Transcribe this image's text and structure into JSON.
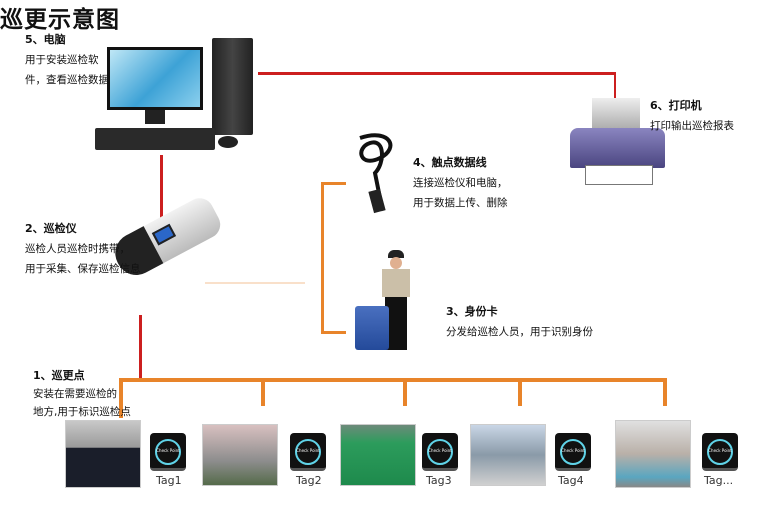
{
  "title": "巡更示意图",
  "items": {
    "computer": {
      "heading": "5、电脑",
      "lines": [
        "用于安装巡检软",
        "件，查看巡检数据"
      ]
    },
    "reader": {
      "heading": "2、巡检仪",
      "lines": [
        "巡检人员巡检时携带，",
        "用于采集、保存巡检信息"
      ]
    },
    "cable": {
      "heading": "4、触点数据线",
      "lines": [
        "连接巡检仪和电脑，",
        "用于数据上传、删除"
      ]
    },
    "idcard": {
      "heading": "3、身份卡",
      "lines": [
        "分发给巡检人员，用于识别身份"
      ]
    },
    "printer": {
      "heading": "6、打印机",
      "lines": [
        "打印输出巡检报表"
      ]
    },
    "checkpoint": {
      "heading": "1、巡更点",
      "lines": [
        "安装在需要巡检的",
        "地方,用于标识巡检点"
      ]
    }
  },
  "tags": [
    "Tag1",
    "Tag2",
    "Tag3",
    "Tag4",
    "Tag..."
  ],
  "tag_device_text": "Check Point",
  "colors": {
    "red_line": "#cc1f1f",
    "orange_line": "#e8842a"
  }
}
